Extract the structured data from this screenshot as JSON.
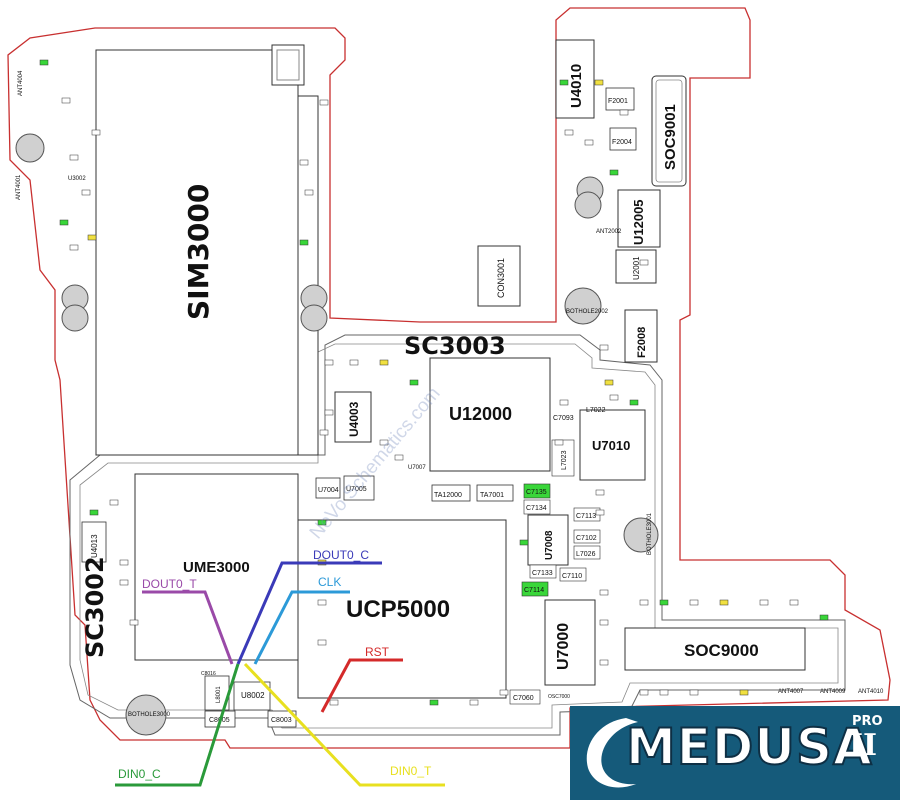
{
  "components": {
    "sim": "SIM3000",
    "soc_top": "SOC9001",
    "u4010": "U4010",
    "u12005": "U12005",
    "con": "CON3001",
    "f2008": "F2008",
    "u2001": "U2001",
    "f2001": "F2001",
    "f2004": "F2004",
    "sc3003": "SC3003",
    "u12000": "U12000",
    "u4003": "U4003",
    "u7010": "U7010",
    "ta12000": "TA12000",
    "ta7001": "TA7001",
    "ume": "UME3000",
    "ucp": "UCP5000",
    "u7008": "U7008",
    "u7000": "U7000",
    "sc3002": "SC3002",
    "soc9000": "SOC9000",
    "u8002": "U8002",
    "u4013": "U4013",
    "u7004": "U7004",
    "u7005": "U7005",
    "l8001": "L8001",
    "c8005": "C8005",
    "c8003": "C8003",
    "c7135": "C7135",
    "c7134": "C7134",
    "c7114": "C7114",
    "c7133": "C7133",
    "c7110": "C7110",
    "c7113": "C7113",
    "c7102": "C7102",
    "l7026": "L7026",
    "l7023": "L7023",
    "c7093": "C7093",
    "l7022": "L7022",
    "c7060": "C7060",
    "osc7000": "OSC7000",
    "c8016": "C8016",
    "bothole_left": "BOTHOLE3000",
    "bothole_right": "BOTHOLE3001",
    "bothole_mid": "BOTHOLE2002",
    "ant4004": "ANT4004",
    "ant4001": "ANT4001",
    "ant2002": "ANT2002",
    "ant4007": "ANT4007",
    "ant4009": "ANT4009",
    "ant4010": "ANT4010",
    "u3002": "U3002",
    "u7007": "U7007"
  },
  "signals": {
    "dout0_c": "DOUT0_C",
    "clk": "CLK",
    "dout0_t": "DOUT0_T",
    "rst": "RST",
    "din0_c": "DIN0_C",
    "din0_t": "DIN0_T"
  },
  "signal_colors": {
    "dout0_c": "#3a3ab8",
    "clk": "#2c9ad8",
    "dout0_t": "#9a4aa8",
    "rst": "#d42a2a",
    "din0_c": "#2a9a3a",
    "din0_t": "#e8e020"
  },
  "watermark": "NeVo Schematics.com",
  "brand": {
    "name": "MEDUSA",
    "suffix_top": "PRO",
    "suffix_bottom": "II",
    "bg_color": "#155a7a"
  }
}
